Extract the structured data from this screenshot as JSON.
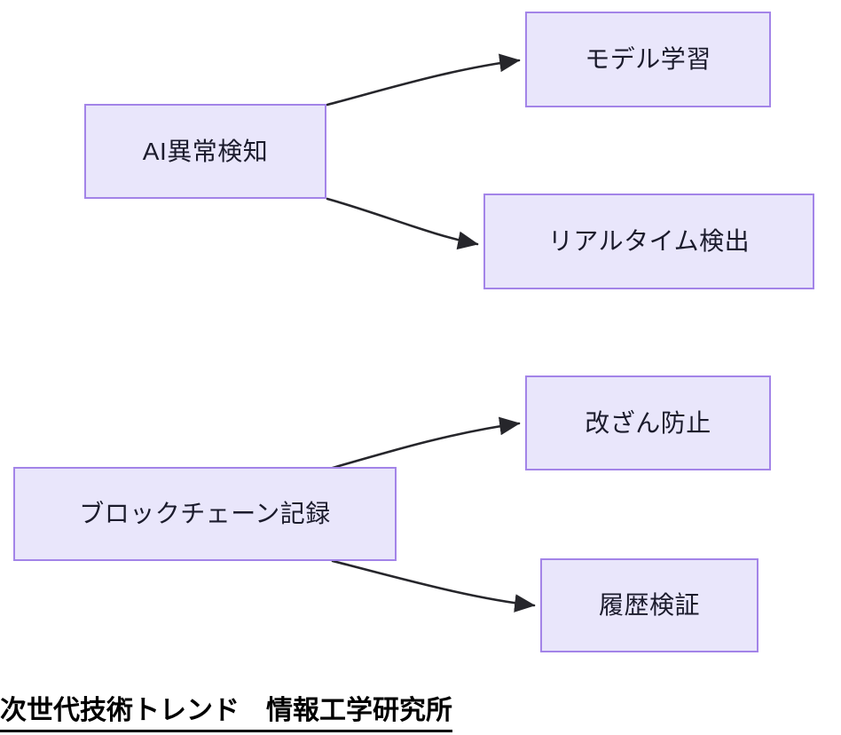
{
  "diagram": {
    "title_caption": "次世代技術トレンド　情報工学研究所",
    "background_color": "#ffffff",
    "node_fill_color": "#e9e6fb",
    "node_border_color": "#a384e8",
    "node_text_color": "#1b1b2c",
    "edge_color": "#26262b",
    "nodes": [
      {
        "id": "ai",
        "label": "AI異常検知"
      },
      {
        "id": "model",
        "label": "モデル学習"
      },
      {
        "id": "realtime",
        "label": "リアルタイム検出"
      },
      {
        "id": "blockchain",
        "label": "ブロックチェーン記録"
      },
      {
        "id": "tamper",
        "label": "改ざん防止"
      },
      {
        "id": "history",
        "label": "履歴検証"
      }
    ],
    "edges": [
      {
        "from": "ai",
        "to": "model",
        "label": ""
      },
      {
        "from": "ai",
        "to": "realtime",
        "label": ""
      },
      {
        "from": "blockchain",
        "to": "tamper",
        "label": ""
      },
      {
        "from": "blockchain",
        "to": "history",
        "label": ""
      }
    ]
  }
}
